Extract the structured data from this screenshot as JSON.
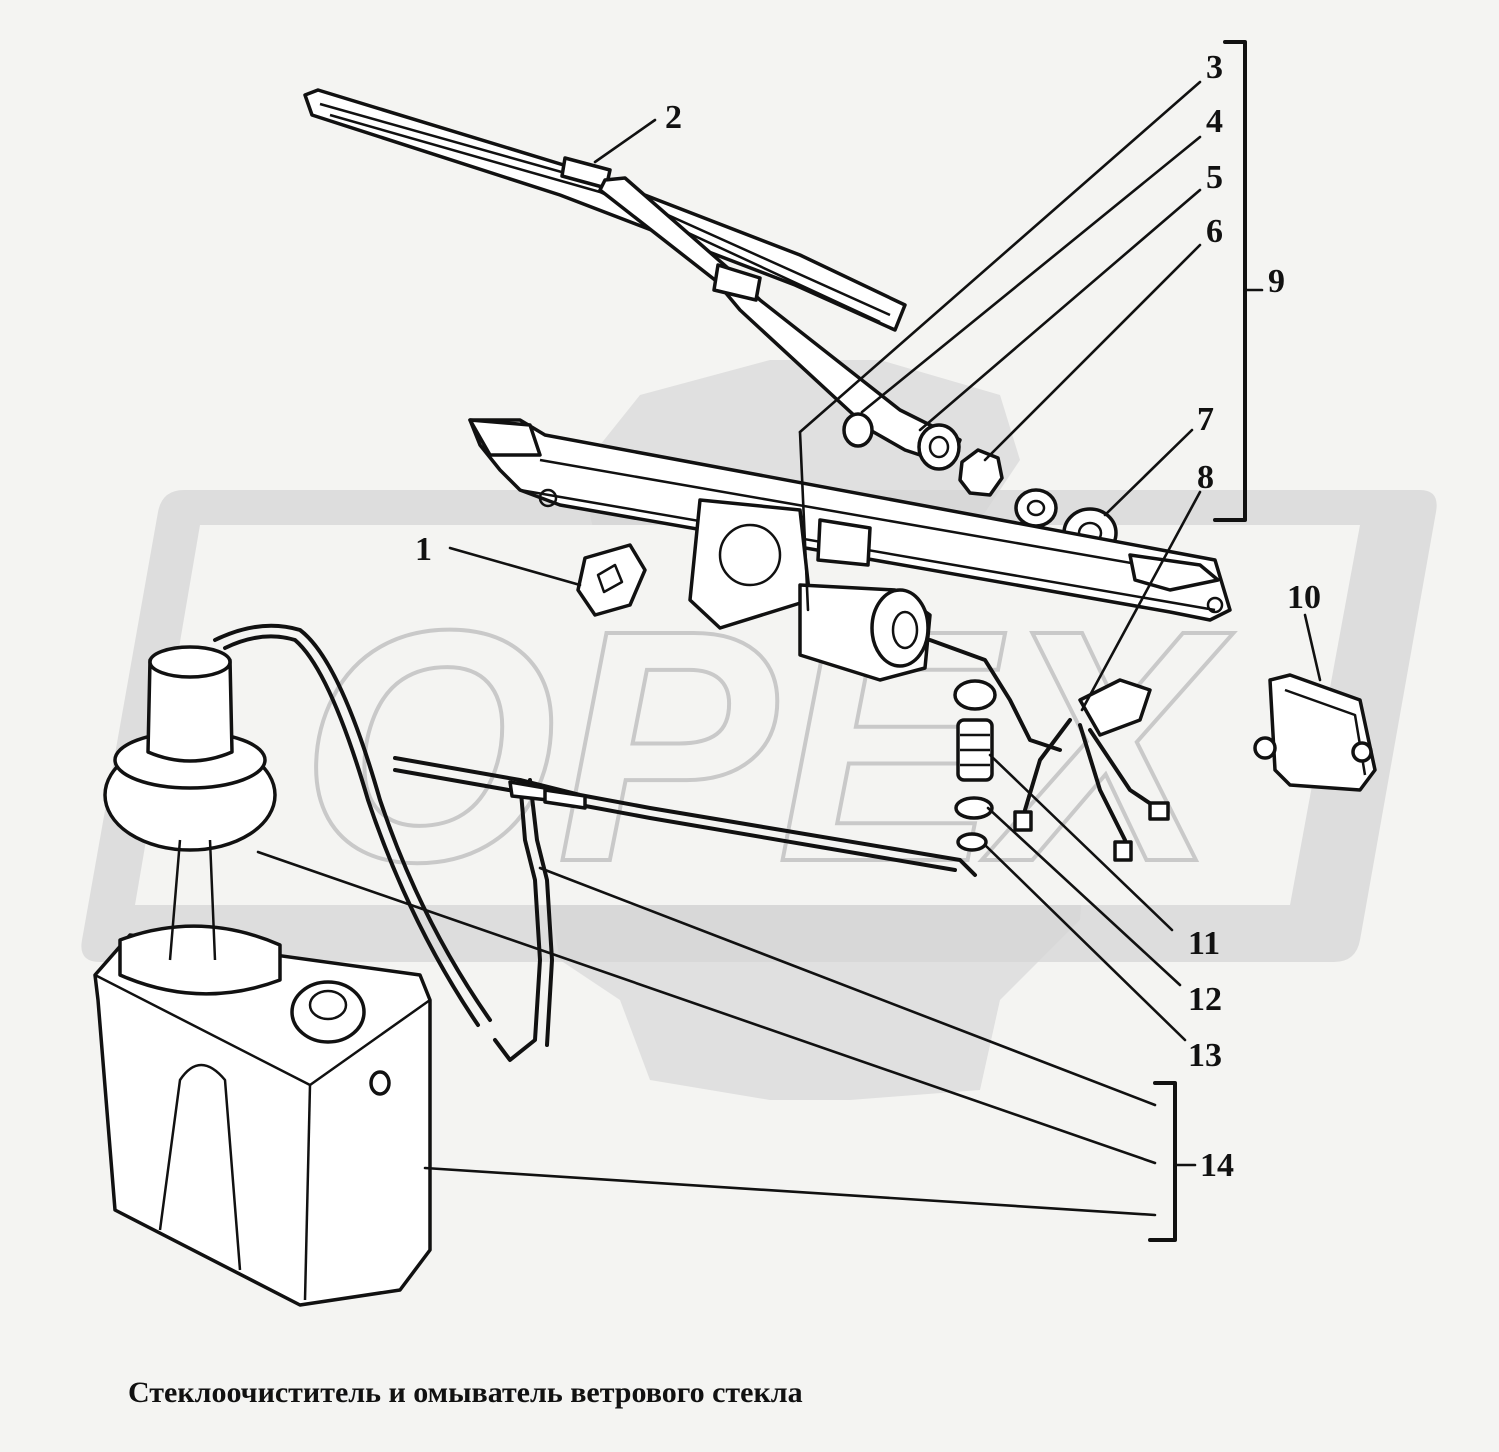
{
  "watermark": {
    "text": "OPEX",
    "color": "#d4d4d4"
  },
  "caption": "Стеклоочиститель и омыватель ветрового стекла",
  "callouts": [
    {
      "id": "1",
      "text": "1"
    },
    {
      "id": "2",
      "text": "2"
    },
    {
      "id": "3",
      "text": "3"
    },
    {
      "id": "4",
      "text": "4"
    },
    {
      "id": "5",
      "text": "5"
    },
    {
      "id": "6",
      "text": "6"
    },
    {
      "id": "7",
      "text": "7"
    },
    {
      "id": "8",
      "text": "8"
    },
    {
      "id": "9",
      "text": "9"
    },
    {
      "id": "10",
      "text": "10"
    },
    {
      "id": "11",
      "text": "11"
    },
    {
      "id": "12",
      "text": "12"
    },
    {
      "id": "13",
      "text": "13"
    },
    {
      "id": "14",
      "text": "14"
    }
  ]
}
